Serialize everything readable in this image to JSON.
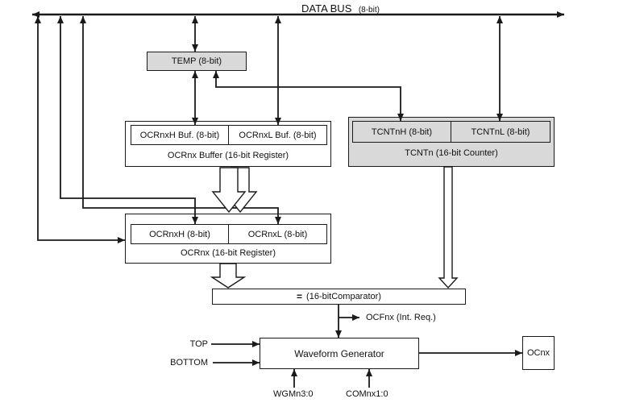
{
  "diagram": {
    "bus": {
      "label": "DATA BUS",
      "width_note": "(8-bit)"
    },
    "registers": {
      "temp": "TEMP (8-bit)",
      "ocr_buffer": {
        "high": "OCRnxH Buf. (8-bit)",
        "low": "OCRnxL Buf. (8-bit)",
        "caption": "OCRnx Buffer (16-bit Register)"
      },
      "tcnt": {
        "high": "TCNTnH (8-bit)",
        "low": "TCNTnL (8-bit)",
        "caption": "TCNTn (16-bit Counter)"
      },
      "ocr": {
        "high": "OCRnxH (8-bit)",
        "low": "OCRnxL (8-bit)",
        "caption": "OCRnx (16-bit Register)"
      }
    },
    "comparator": {
      "eq": "=",
      "label": "(16-bitComparator)"
    },
    "blocks": {
      "waveform_generator": "Waveform Generator",
      "ocnx": "OCnx"
    },
    "signals": {
      "ocfnx": "OCFnx (Int. Req.)",
      "top": "TOP",
      "bottom": "BOTTOM",
      "wgm": "WGMn3:0",
      "com": "COMnx1:0"
    },
    "colors": {
      "box_gray": "#d9d9d9",
      "line": "#1a1a1a"
    }
  }
}
